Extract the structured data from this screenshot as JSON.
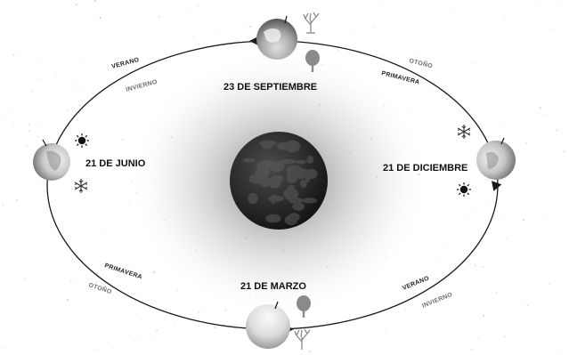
{
  "dates": {
    "june": "21 DE JUNIO",
    "september": "23 DE SEPTIEMBRE",
    "december": "21 DE DICIEMBRE",
    "march": "21 DE MARZO"
  },
  "seasons": {
    "top_left_outer": "VERANO",
    "top_left_inner": "INVIERNO",
    "top_right_outer": "OTOÑO",
    "top_right_inner": "PRIMAVERA",
    "bottom_left_outer": "OTOÑO",
    "bottom_left_inner": "PRIMAVERA",
    "bottom_right_outer": "INVIERNO",
    "bottom_right_inner": "VERANO"
  },
  "icons": {
    "sun": "sun-icon",
    "snowflake": "snowflake-icon",
    "tree_full": "tree-leafy-icon",
    "tree_bare": "tree-bare-icon"
  },
  "colors": {
    "background": "#ffffff",
    "orbit": "#1a1a1a",
    "sun_core": "#2a2a2a",
    "earth_light": "#e6e6e6",
    "earth_dark": "#7a7a7a"
  }
}
